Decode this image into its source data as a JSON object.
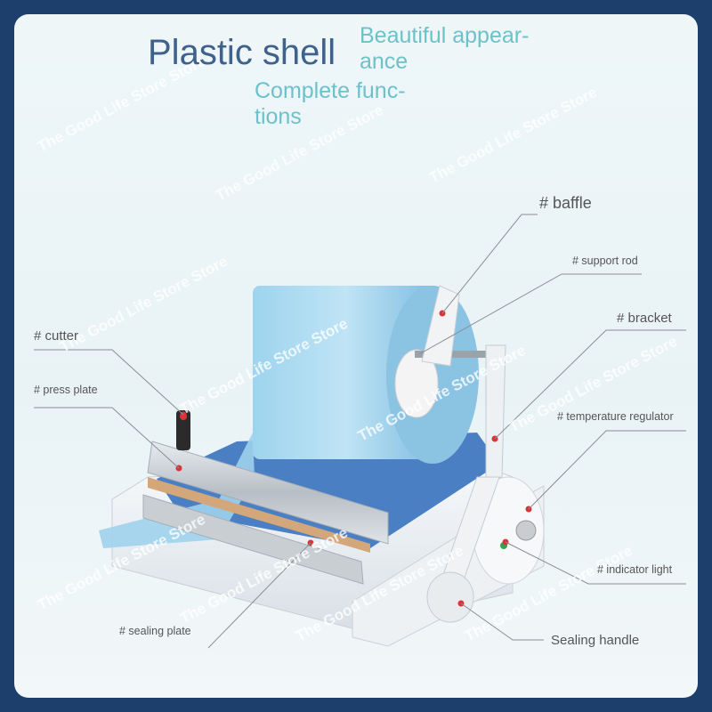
{
  "headlines": {
    "main": "Plastic shell",
    "sub1": "Beautiful appear- ance",
    "sub2": "Complete func- tions"
  },
  "labels": {
    "baffle": "# baffle",
    "support_rod": "# support rod",
    "bracket": "# bracket",
    "cutter": "# cutter",
    "press_plate": "# press plate",
    "temperature_regulator": "# temperature regulator",
    "indicator_light": "# indicator light",
    "sealing_plate": "# sealing plate",
    "sealing_handle": "Sealing handle"
  },
  "watermark": "The Good Life Store Store",
  "colors": {
    "frame": "#1c3f6b",
    "title": "#3e628c",
    "accent_teal": "#6cc2c9",
    "roll_blue": "#8cc6e6",
    "marker_red": "#d9343a"
  }
}
